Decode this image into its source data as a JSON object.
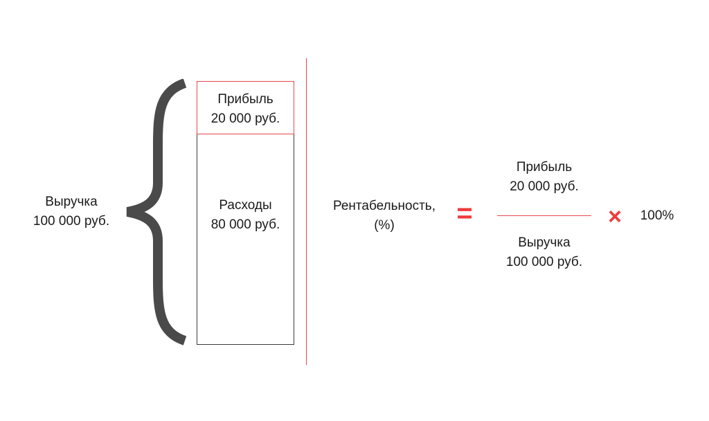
{
  "revenue": {
    "label": "Выручка",
    "amount": "100 000 руб."
  },
  "bar": {
    "profit": {
      "label": "Прибыль",
      "amount": "20 000 руб."
    },
    "expenses": {
      "label": "Расходы",
      "amount": "80 000 руб."
    }
  },
  "formula": {
    "label": "Рентабельность,",
    "unit": "(%)",
    "equals": "=",
    "numerator": {
      "label": "Прибыль",
      "amount": "20 000 руб."
    },
    "denominator": {
      "label": "Выручка",
      "amount": "100 000 руб."
    },
    "multiply": "×",
    "percent": "100%"
  },
  "colors": {
    "accent": "#e8474c",
    "sign": "#ee3b3b",
    "brace": "#4a4a4a",
    "text": "#1a1a1a"
  }
}
